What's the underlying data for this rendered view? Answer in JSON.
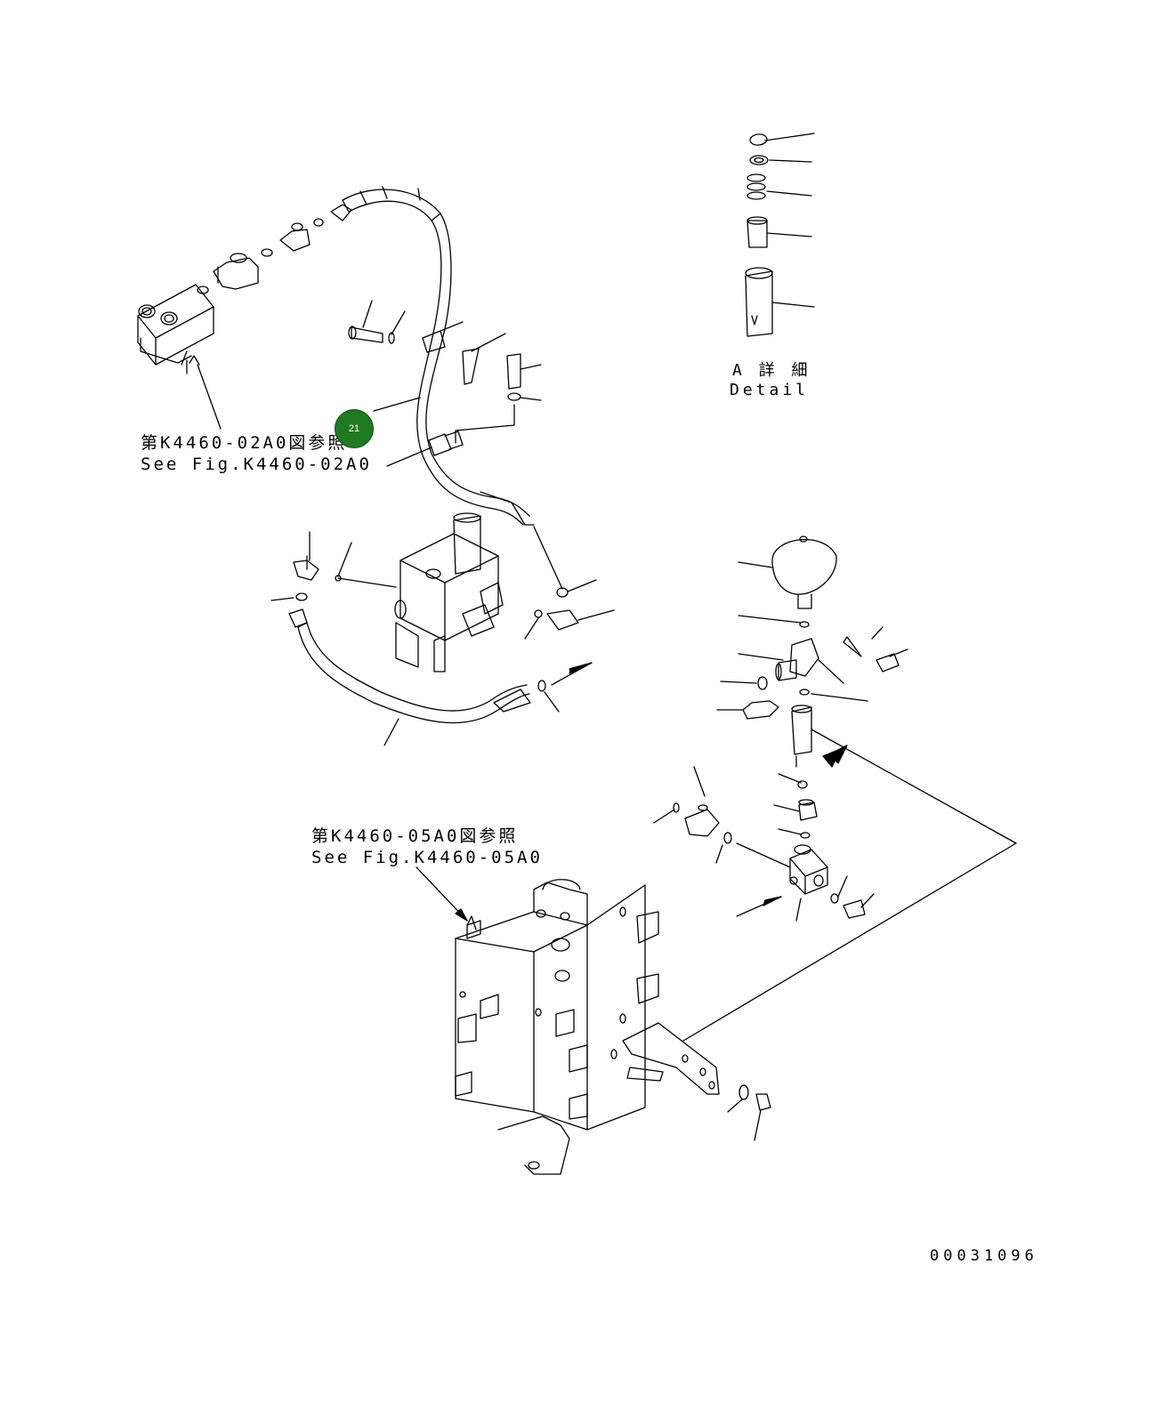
{
  "diagram": {
    "callout": {
      "number": "21"
    },
    "references": [
      {
        "jp": "第K4460-02A0図参照",
        "en": "See Fig.K4460-02A0"
      },
      {
        "jp": "第K4460-05A0図参照",
        "en": "See Fig.K4460-05A0"
      }
    ],
    "detail": {
      "jp": "A 詳 細",
      "en": "Detail"
    },
    "figure_number": "00031096"
  },
  "colors": {
    "line": "#000000",
    "badge": "#1f7a1f"
  }
}
